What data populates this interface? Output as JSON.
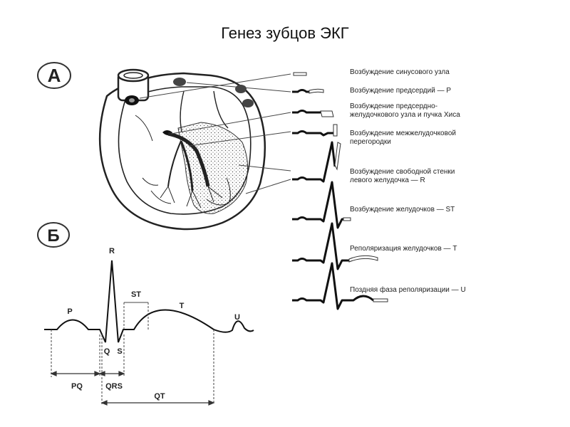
{
  "title": "Генез зубцов ЭКГ",
  "panel_a": {
    "letter": "А",
    "stages": [
      {
        "label": "Возбуждение синусового узла"
      },
      {
        "label": "Возбуждение предсердий — P"
      },
      {
        "label_lines": [
          "Возбуждение предсердно-",
          "желудочкового  узла и пучка Хиса"
        ]
      },
      {
        "label_lines": [
          "Возбуждение межжелудочковой",
          "перегородки"
        ]
      },
      {
        "label_lines": [
          "Возбуждение свободной стенки",
          "левого желудочка — R"
        ]
      },
      {
        "label": "Возбуждение желудочков — ST"
      },
      {
        "label": "Реполяризация желудочков — T"
      },
      {
        "label": "Поздняя фаза реполяризации — U"
      }
    ]
  },
  "panel_b": {
    "letter": "Б",
    "waves": {
      "p": "P",
      "r": "R",
      "q": "Q",
      "s": "S",
      "t": "T",
      "u": "U",
      "st": "ST"
    },
    "intervals": {
      "pq": "PQ",
      "qrs": "QRS",
      "qt": "QT"
    }
  }
}
